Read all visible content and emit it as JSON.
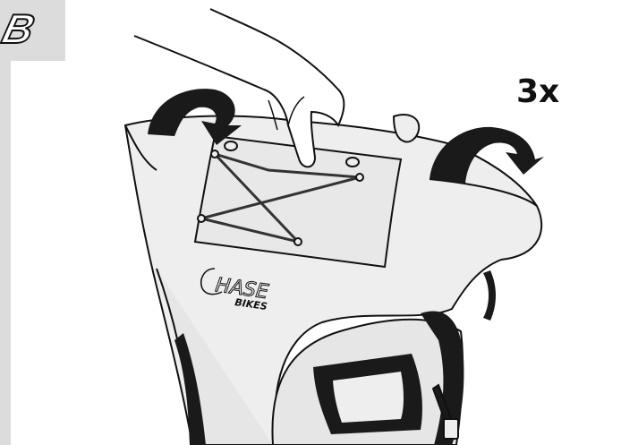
{
  "step_label": "B",
  "instruction": {
    "repeat_count": "3x"
  },
  "illustration": {
    "description_icon": "bag-roll-top-closing",
    "logo": {
      "line1": "HASE",
      "line2": "BIKES"
    }
  },
  "colors": {
    "sidebar": "#dcdcdc",
    "bag_fill": "#eeeeee",
    "outline": "#111111",
    "strap": "#1a1a1a"
  }
}
